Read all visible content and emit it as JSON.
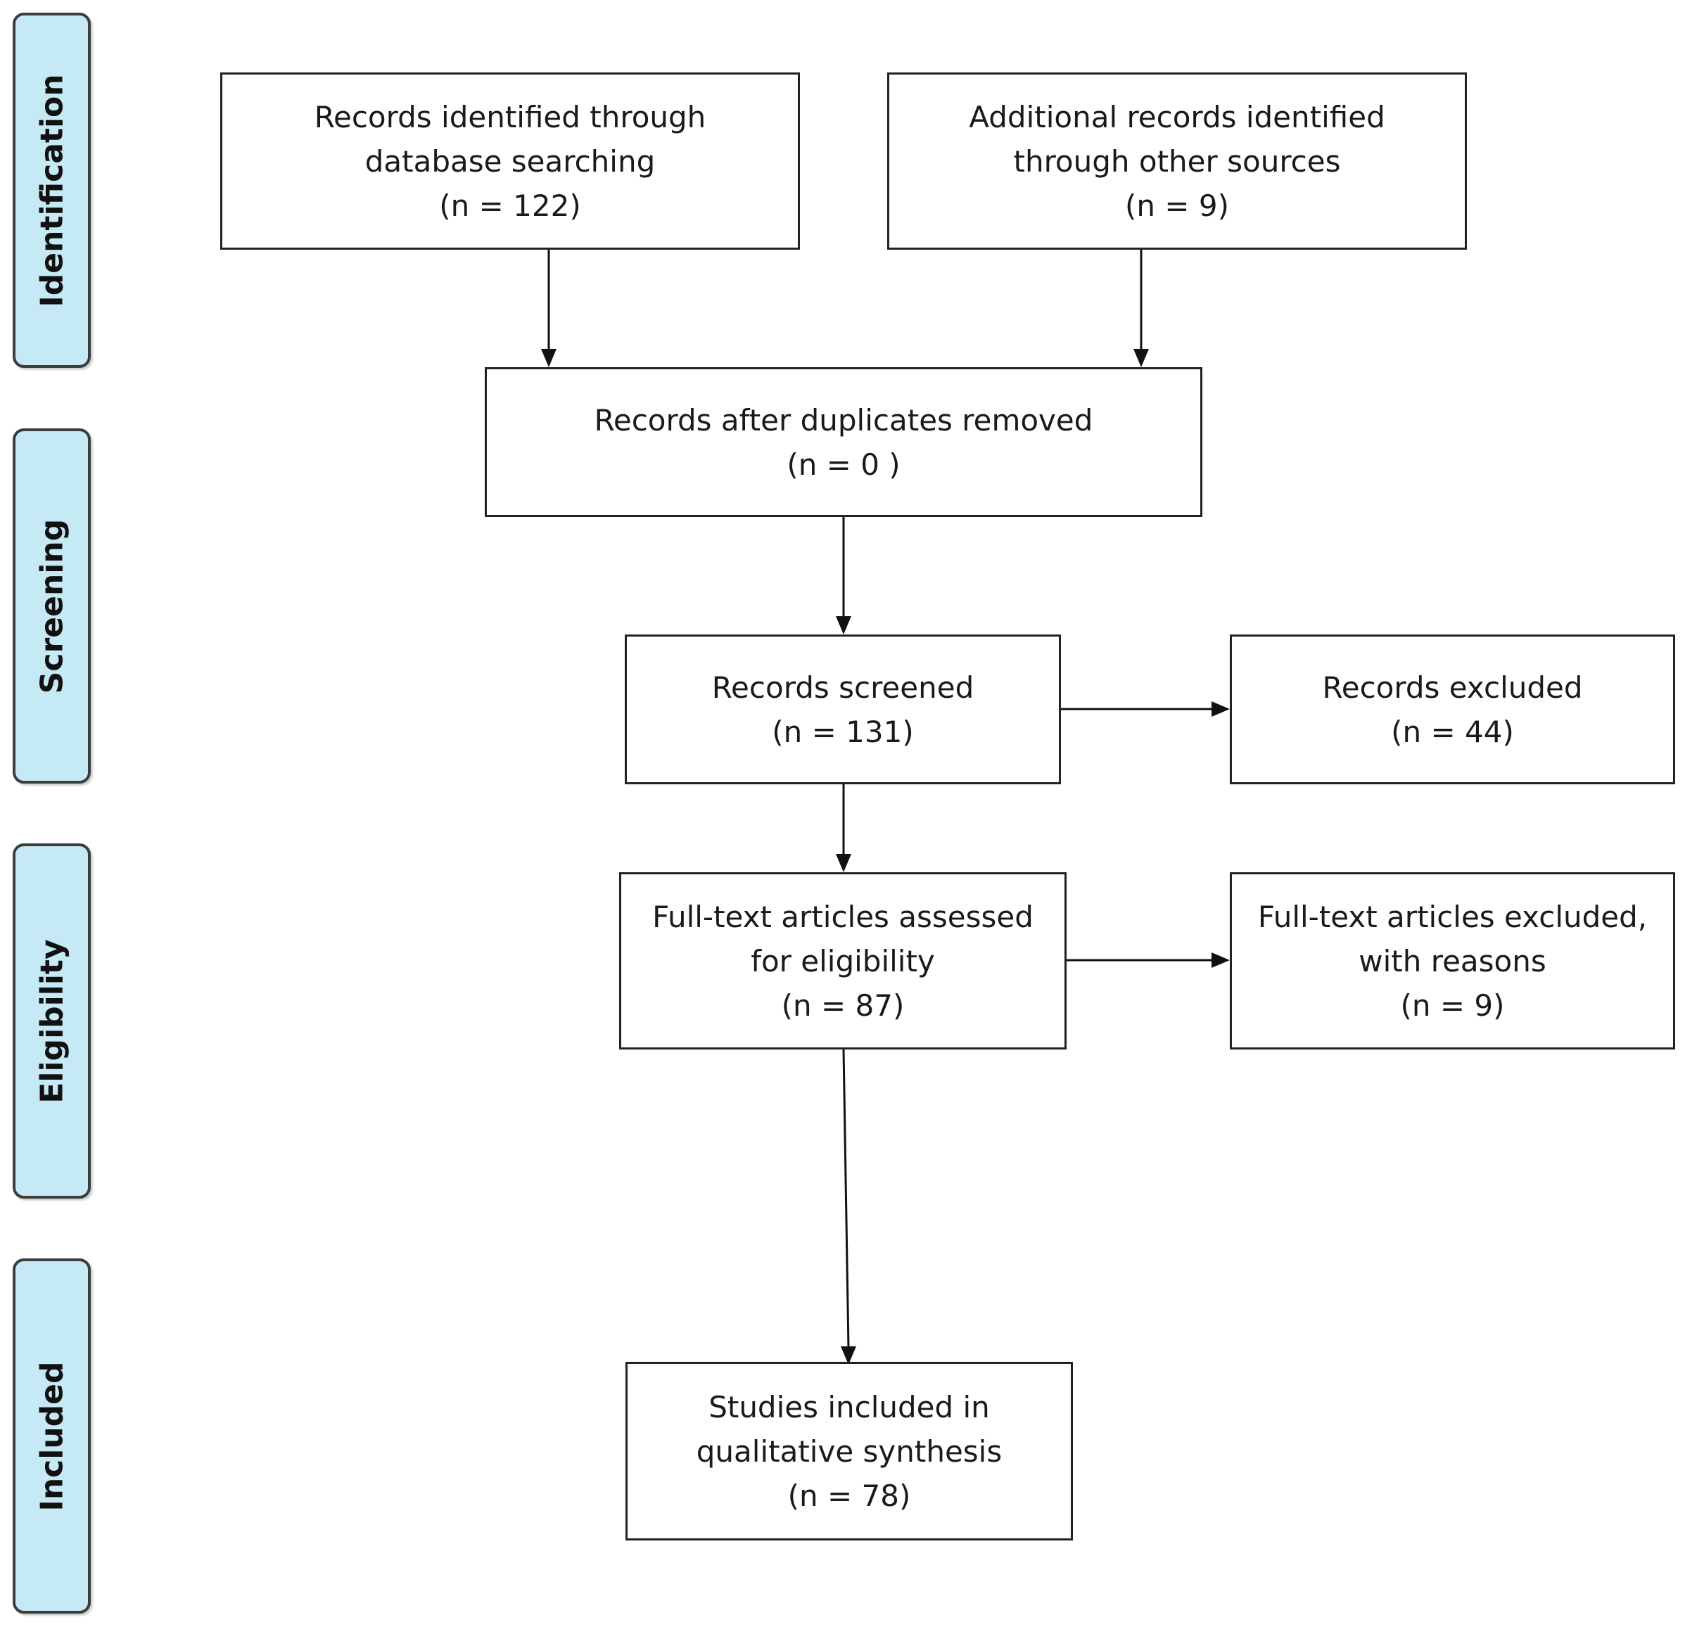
{
  "phases": {
    "identification": "Identification",
    "screening": "Screening",
    "eligibility": "Eligibility",
    "included": "Included"
  },
  "boxes": {
    "database_records": {
      "line1": "Records identified through",
      "line2": "database searching",
      "line3": "(n =  122)"
    },
    "other_records": {
      "line1": "Additional records identified",
      "line2": "through other sources",
      "line3": "(n = 9)"
    },
    "duplicates_removed": {
      "line1": "Records after duplicates removed",
      "line2": "(n =  0 )"
    },
    "screened": {
      "line1": "Records screened",
      "line2": "(n =  131)"
    },
    "excluded": {
      "line1": "Records excluded",
      "line2": "(n = 44)"
    },
    "fulltext_assessed": {
      "line1": "Full-text articles assessed",
      "line2": "for eligibility",
      "line3": "(n =  87)"
    },
    "fulltext_excluded": {
      "line1": "Full-text articles excluded,",
      "line2": "with reasons",
      "line3": "(n = 9)"
    },
    "studies_included": {
      "line1": "Studies included in",
      "line2": "qualitative synthesis",
      "line3": "(n = 78)"
    }
  },
  "colors": {
    "phase_fill": "#c6e9f6",
    "phase_border": "#3d3d3d",
    "box_border": "#222222",
    "arrow": "#111111"
  }
}
